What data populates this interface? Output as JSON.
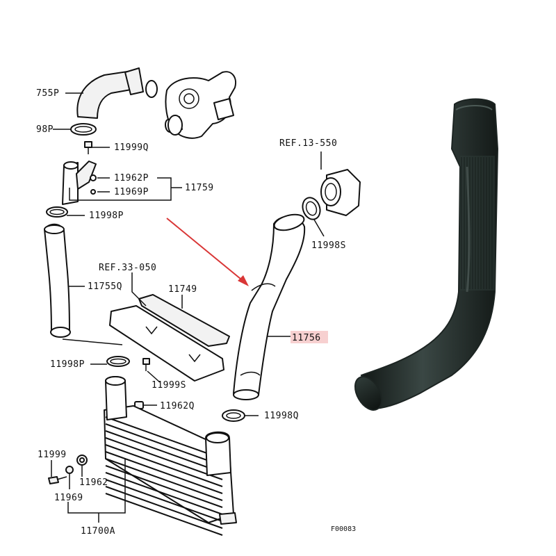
{
  "diagram": {
    "labels": {
      "p755p": "755P",
      "p98p": "98P",
      "p11999q": "11999Q",
      "p11962p": "11962P",
      "p11969p": "11969P",
      "p11759": "11759",
      "p11998p_top": "11998P",
      "p11755q": "11755Q",
      "p11998p_bottom": "11998P",
      "ref33": "REF.33-050",
      "p11749": "11749",
      "p11999s": "11999S",
      "p11962q": "11962Q",
      "p11999": "11999",
      "p11962": "11962",
      "p11969": "11969",
      "p11700a": "11700A",
      "ref13": "REF.13-550",
      "p11998s": "11998S",
      "p11756": "11756",
      "p11998q": "11998Q",
      "figure_code": "F00083"
    },
    "colors": {
      "arrow": "#d93636",
      "highlight": "#f7d0d0",
      "hose_dark": "#1c2422",
      "hose_mid": "#2e3a37"
    }
  }
}
